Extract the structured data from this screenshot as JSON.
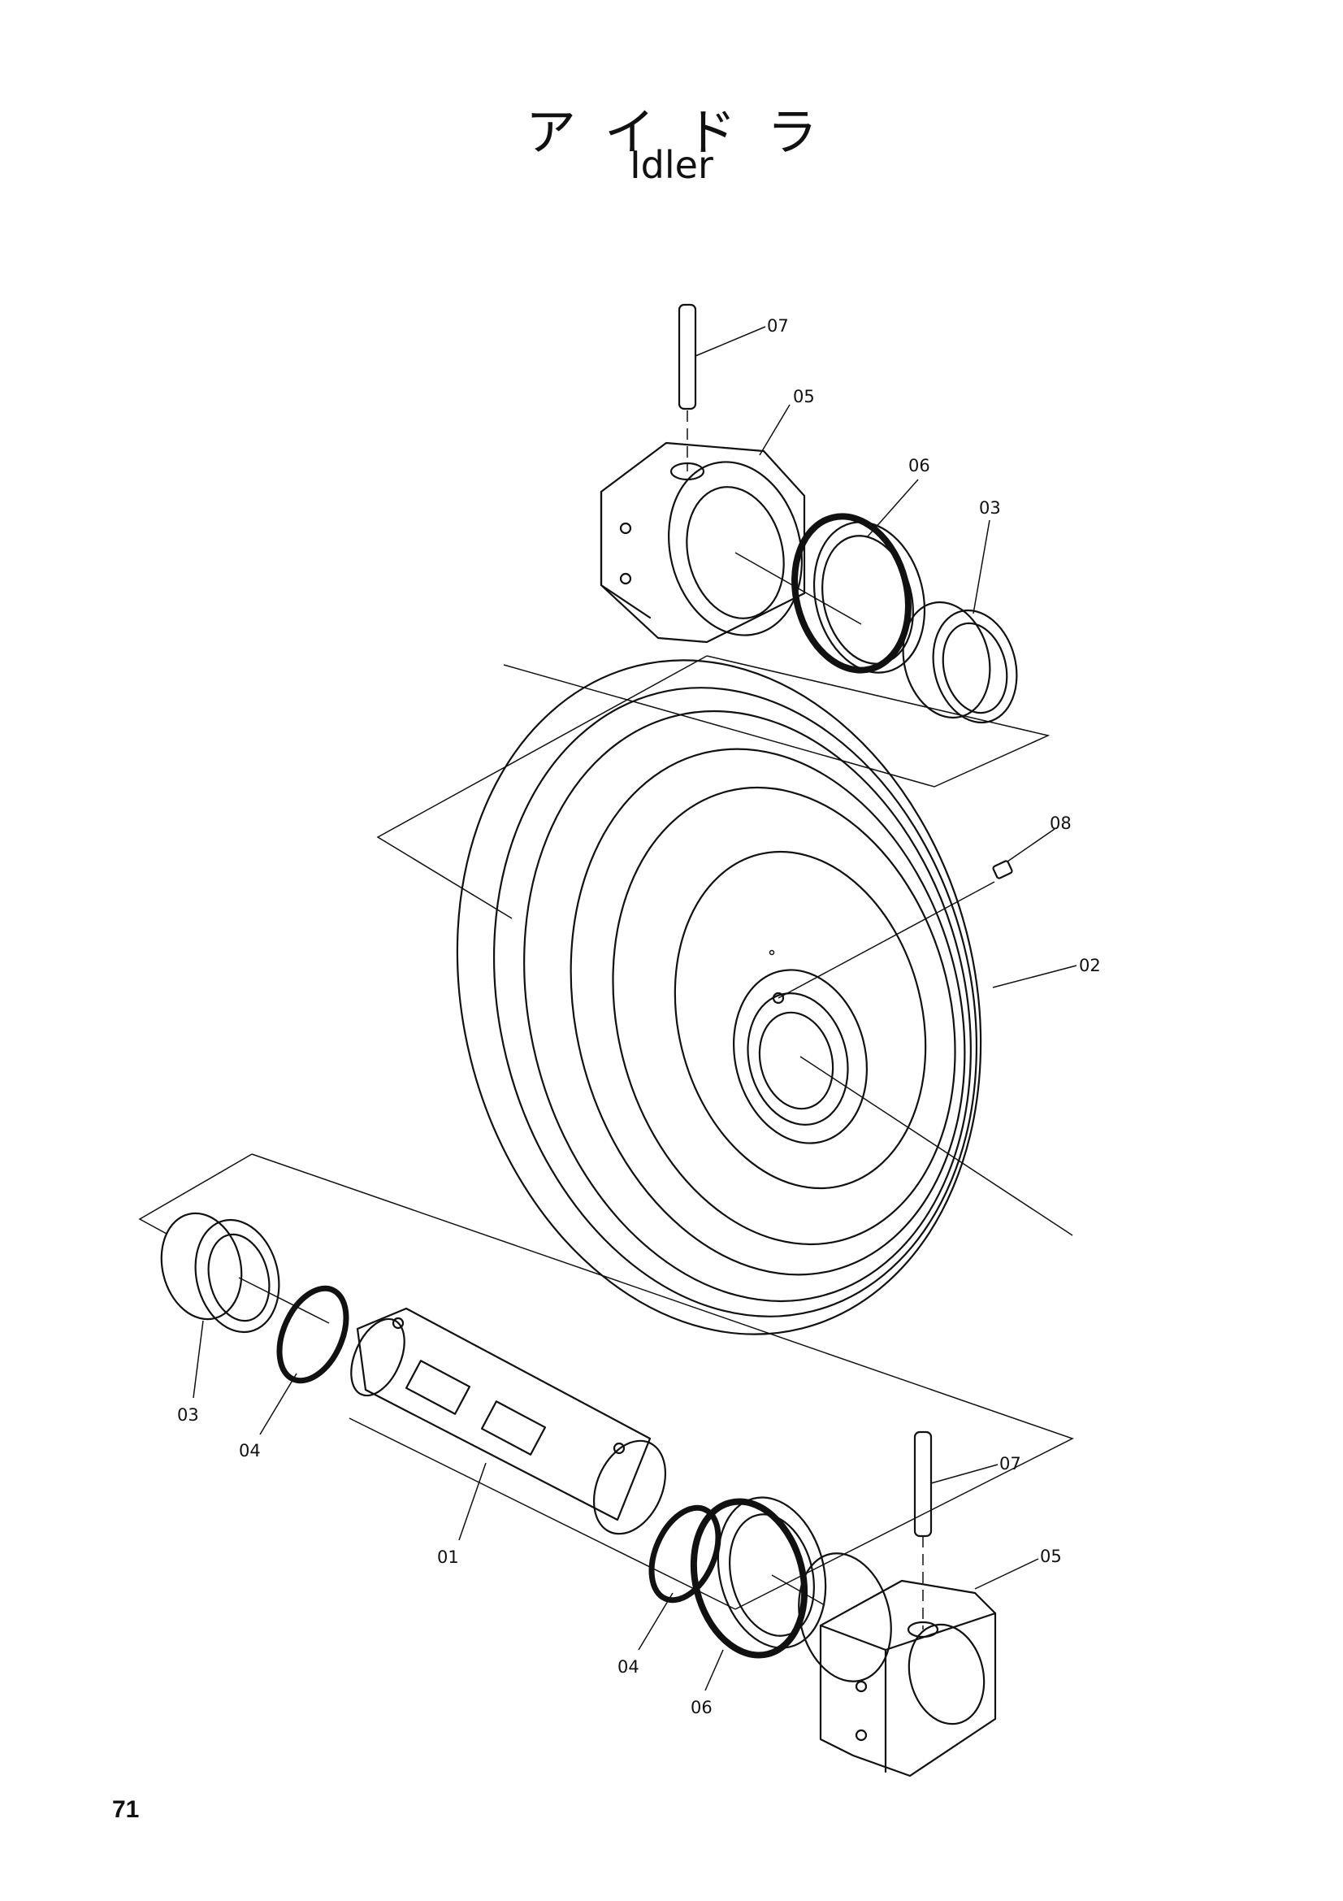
{
  "title_jp": "アイドラ",
  "title_en": "Idler",
  "page_number": "71",
  "callouts": [
    {
      "id": "c07a",
      "label": "07"
    },
    {
      "id": "c05a",
      "label": "05"
    },
    {
      "id": "c06a",
      "label": "06"
    },
    {
      "id": "c03a",
      "label": "03"
    },
    {
      "id": "c08",
      "label": "08"
    },
    {
      "id": "c02",
      "label": "02"
    },
    {
      "id": "c03b",
      "label": "03"
    },
    {
      "id": "c04a",
      "label": "04"
    },
    {
      "id": "c01",
      "label": "01"
    },
    {
      "id": "c04b",
      "label": "04"
    },
    {
      "id": "c06b",
      "label": "06"
    },
    {
      "id": "c07b",
      "label": "07"
    },
    {
      "id": "c05b",
      "label": "05"
    }
  ]
}
